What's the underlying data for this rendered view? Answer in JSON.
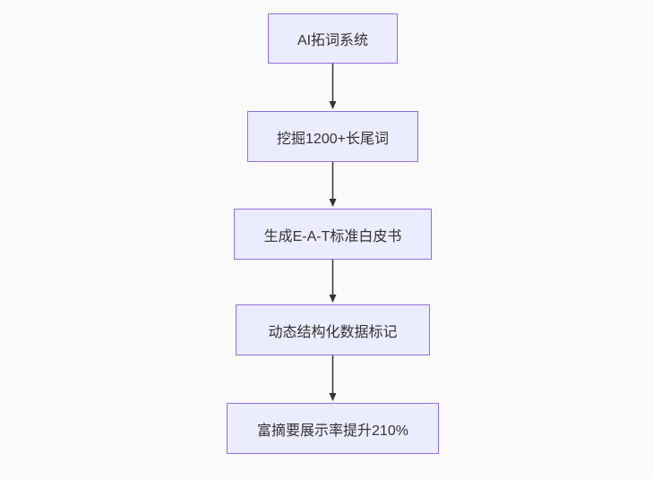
{
  "diagram": {
    "type": "flowchart",
    "direction": "top-down",
    "colors": {
      "background": "#fafafa",
      "node_fill": "#ECECFF",
      "node_border": "#9370DB",
      "node_text": "#333333",
      "edge": "#333333"
    },
    "nodes": [
      {
        "id": "n1",
        "label": "AI拓词系统"
      },
      {
        "id": "n2",
        "label": "挖掘1200+长尾词"
      },
      {
        "id": "n3",
        "label": "生成E-A-T标准白皮书"
      },
      {
        "id": "n4",
        "label": "动态结构化数据标记"
      },
      {
        "id": "n5",
        "label": "富摘要展示率提升210%"
      }
    ],
    "edges": [
      {
        "from": "n1",
        "to": "n2",
        "style": "arrow"
      },
      {
        "from": "n2",
        "to": "n3",
        "style": "arrow"
      },
      {
        "from": "n3",
        "to": "n4",
        "style": "arrow"
      },
      {
        "from": "n4",
        "to": "n5",
        "style": "arrow"
      }
    ]
  }
}
